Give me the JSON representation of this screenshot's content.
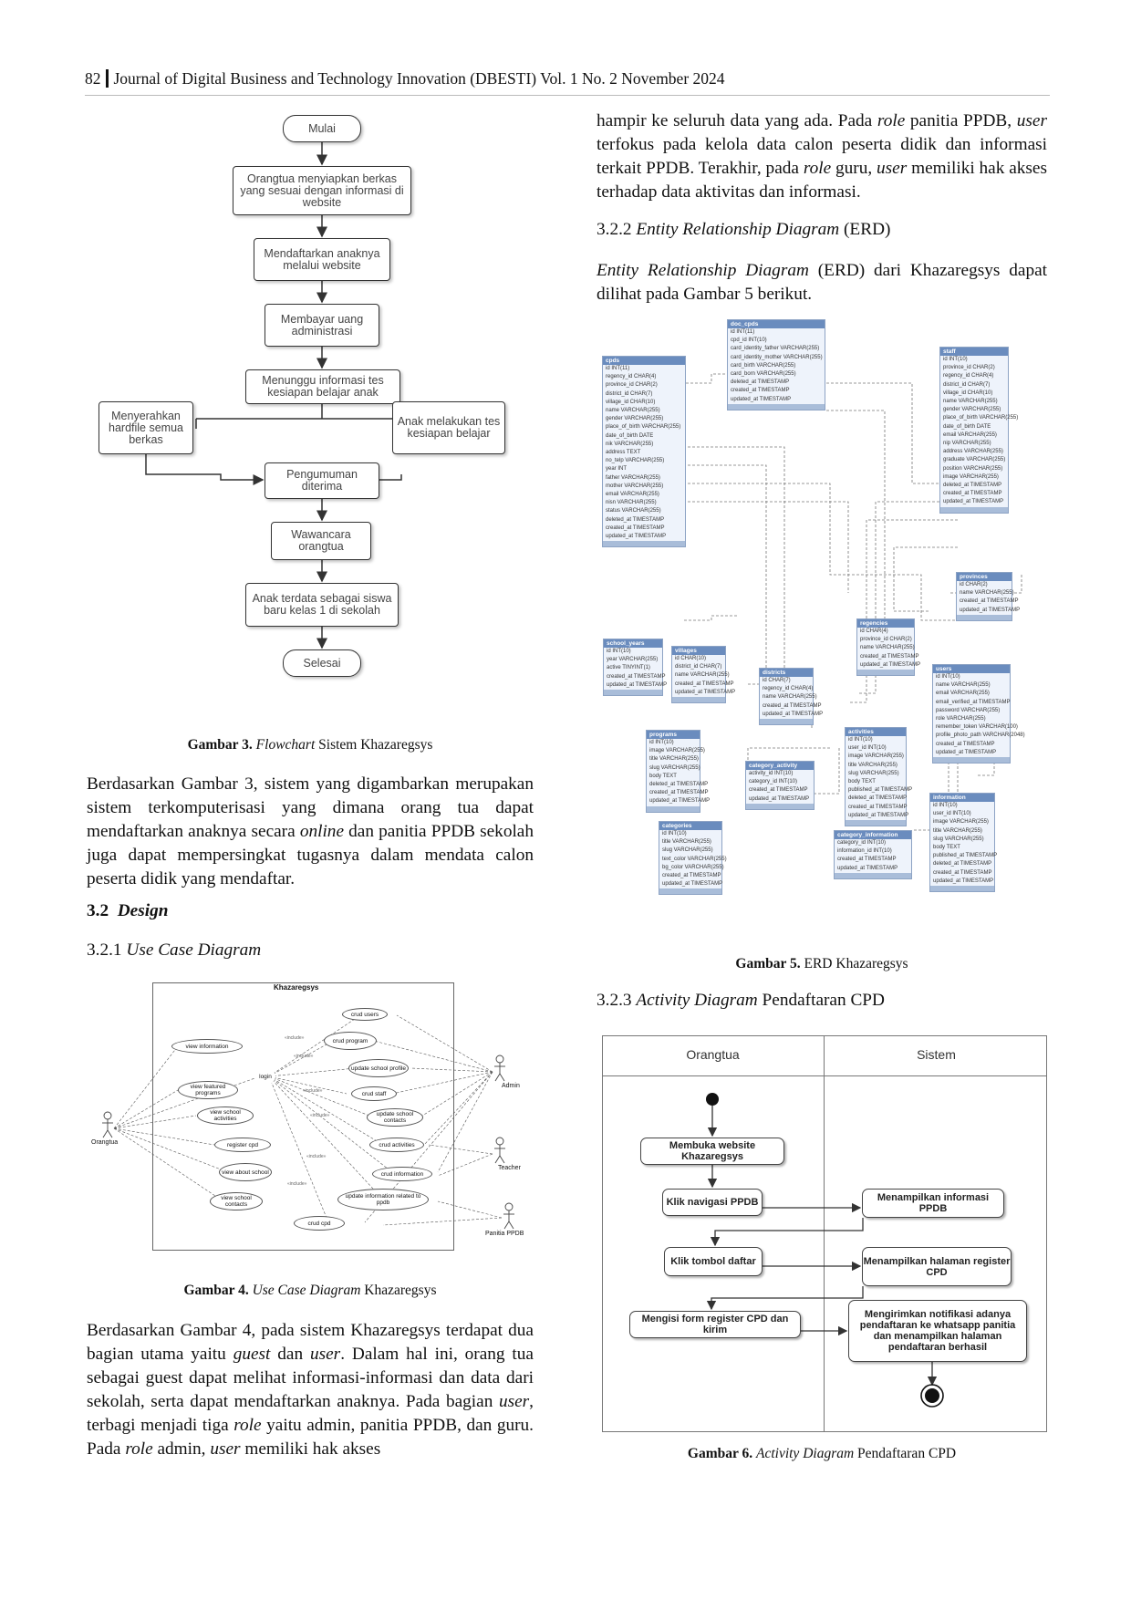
{
  "header": {
    "page_number": "82",
    "journal": "Journal of Digital Business and Technology Innovation (DBESTI) Vol. 1 No. 2 November 2024"
  },
  "flowchart": {
    "start": "Mulai",
    "step1": "Orangtua menyiapkan berkas yang sesuai dengan informasi di website",
    "step2": "Mendaftarkan anaknya melalui website",
    "step3": "Membayar uang administrasi",
    "step4": "Menunggu informasi tes kesiapan belajar anak",
    "left": "Menyerahkan hardfile semua berkas",
    "right": "Anak melakukan tes kesiapan belajar",
    "step5": "Pengumuman diterima",
    "step6": "Wawancara orangtua",
    "step7": "Anak terdata sebagai siswa baru kelas 1 di sekolah",
    "end": "Selesai"
  },
  "caption3": {
    "label": "Gambar 3.",
    "italic": "Flowchart",
    "rest": " Sistem Khazaregsys"
  },
  "para1": {
    "a": "Berdasarkan Gambar 3, sistem yang digambarkan merupakan sistem terkomputerisasi yang dimana orang tua dapat mendaftarkan anaknya secara ",
    "i": "online",
    "b": " dan panitia PPDB sekolah juga dapat mempersingkat tugasnya dalam mendata calon peserta didik yang mendaftar."
  },
  "sec32": {
    "num": "3.2",
    "title": "Design"
  },
  "sec321": {
    "num": "3.2.1",
    "title": "Use Case Diagram"
  },
  "usecase": {
    "title": "Khazaregsys",
    "actors": {
      "guest": "Orangtua",
      "admin": "Admin",
      "teacher": "Teacher",
      "panitia": "Panitia PPDB"
    },
    "login": "login",
    "cases": [
      "view information",
      "crud users",
      "crud program",
      "update school profile",
      "view featured programs",
      "crud staff",
      "view school activities",
      "update school contacts",
      "register cpd",
      "crud activities",
      "view about school",
      "crud information",
      "view school contacts",
      "update information related to ppdb",
      "crud cpd"
    ],
    "tags": [
      "«include»",
      "«include»",
      "«include»",
      "«include»",
      "«include»",
      "«include»"
    ]
  },
  "caption4": {
    "label": "Gambar 4.",
    "italic": "Use Case Diagram",
    "rest": " Khazaregsys"
  },
  "para2": {
    "a": "Berdasarkan Gambar 4, pada sistem Khazaregsys terdapat dua bagian utama yaitu ",
    "i1": "guest",
    "b": " dan ",
    "i2": "user",
    "c": ". Dalam hal ini, orang tua sebagai guest dapat melihat informasi-informasi dan data dari sekolah, serta dapat mendaftarkan anaknya. Pada bagian ",
    "i3": "user",
    "d": ", terbagi menjadi tiga ",
    "i4": "role",
    "e": " yaitu admin, panitia PPDB, dan guru. Pada ",
    "i5": "role",
    "f": " admin, ",
    "i6": "user",
    "g": " memiliki hak akses"
  },
  "para3": {
    "a": "hampir ke seluruh data yang ada. Pada ",
    "i1": "role",
    "b": " panitia PPDB, ",
    "i2": "user",
    "c": " terfokus pada kelola data calon peserta didik dan informasi terkait PPDB. Terakhir, pada ",
    "i3": "role",
    "d": " guru, ",
    "i4": "user",
    "e": " memiliki hak akses terhadap data aktivitas dan informasi."
  },
  "sec322": {
    "num": "3.2.2",
    "italic": "Entity Relationship Diagram",
    "rest": " (ERD)"
  },
  "para4": {
    "i": "Entity Relationship Diagram",
    "rest": " (ERD) dari Khazaregsys dapat dilihat pada Gambar 5 berikut."
  },
  "erd": {
    "tables": [
      {
        "name": "doc_cpds",
        "rows": [
          "id INT(11)",
          "cpd_id INT(10)",
          "card_identity_father VARCHAR(255)",
          "card_identity_mother VARCHAR(255)",
          "card_birth VARCHAR(255)",
          "card_born VARCHAR(255)",
          "deleted_at TIMESTAMP",
          "created_at TIMESTAMP",
          "updated_at TIMESTAMP"
        ]
      },
      {
        "name": "cpds",
        "rows": [
          "id INT(11)",
          "regency_id CHAR(4)",
          "province_id CHAR(2)",
          "district_id CHAR(7)",
          "village_id CHAR(10)",
          "name VARCHAR(255)",
          "gender VARCHAR(255)",
          "place_of_birth VARCHAR(255)",
          "date_of_birth DATE",
          "nik VARCHAR(255)",
          "address TEXT",
          "no_telp VARCHAR(255)",
          "year INT",
          "father VARCHAR(255)",
          "mother VARCHAR(255)",
          "email VARCHAR(255)",
          "nisn VARCHAR(255)",
          "status VARCHAR(255)",
          "deleted_at TIMESTAMP",
          "created_at TIMESTAMP",
          "updated_at TIMESTAMP"
        ]
      },
      {
        "name": "staff",
        "rows": [
          "id INT(10)",
          "province_id CHAR(2)",
          "regency_id CHAR(4)",
          "district_id CHAR(7)",
          "village_id CHAR(10)",
          "name VARCHAR(255)",
          "gender VARCHAR(255)",
          "place_of_birth VARCHAR(255)",
          "date_of_birth DATE",
          "email VARCHAR(255)",
          "nip VARCHAR(255)",
          "address VARCHAR(255)",
          "graduate VARCHAR(255)",
          "position VARCHAR(255)",
          "image VARCHAR(255)",
          "deleted_at TIMESTAMP",
          "created_at TIMESTAMP",
          "updated_at TIMESTAMP"
        ]
      },
      {
        "name": "provinces",
        "rows": [
          "id CHAR(2)",
          "name VARCHAR(255)",
          "created_at TIMESTAMP",
          "updated_at TIMESTAMP"
        ]
      },
      {
        "name": "regencies",
        "rows": [
          "id CHAR(4)",
          "province_id CHAR(2)",
          "name VARCHAR(255)",
          "created_at TIMESTAMP",
          "updated_at TIMESTAMP"
        ]
      },
      {
        "name": "school_years",
        "rows": [
          "id INT(10)",
          "year VARCHAR(255)",
          "active TINYINT(1)",
          "created_at TIMESTAMP",
          "updated_at TIMESTAMP"
        ]
      },
      {
        "name": "villages",
        "rows": [
          "id CHAR(10)",
          "district_id CHAR(7)",
          "name VARCHAR(255)",
          "created_at TIMESTAMP",
          "updated_at TIMESTAMP"
        ]
      },
      {
        "name": "districts",
        "rows": [
          "id CHAR(7)",
          "regency_id CHAR(4)",
          "name VARCHAR(255)",
          "created_at TIMESTAMP",
          "updated_at TIMESTAMP"
        ]
      },
      {
        "name": "users",
        "rows": [
          "id INT(10)",
          "name VARCHAR(255)",
          "email VARCHAR(255)",
          "email_verified_at TIMESTAMP",
          "password VARCHAR(255)",
          "role VARCHAR(255)",
          "remember_token VARCHAR(100)",
          "profile_photo_path VARCHAR(2048)",
          "created_at TIMESTAMP",
          "updated_at TIMESTAMP"
        ]
      },
      {
        "name": "programs",
        "rows": [
          "id INT(10)",
          "image VARCHAR(255)",
          "title VARCHAR(255)",
          "slug VARCHAR(255)",
          "body TEXT",
          "deleted_at TIMESTAMP",
          "created_at TIMESTAMP",
          "updated_at TIMESTAMP"
        ]
      },
      {
        "name": "activities",
        "rows": [
          "id INT(10)",
          "user_id INT(10)",
          "image VARCHAR(255)",
          "title VARCHAR(255)",
          "slug VARCHAR(255)",
          "body TEXT",
          "published_at TIMESTAMP",
          "deleted_at TIMESTAMP",
          "created_at TIMESTAMP",
          "updated_at TIMESTAMP"
        ]
      },
      {
        "name": "category_activity",
        "rows": [
          "activity_id INT(10)",
          "category_id INT(10)",
          "created_at TIMESTAMP",
          "updated_at TIMESTAMP"
        ]
      },
      {
        "name": "information",
        "rows": [
          "id INT(10)",
          "user_id INT(10)",
          "image VARCHAR(255)",
          "title VARCHAR(255)",
          "slug VARCHAR(255)",
          "body TEXT",
          "published_at TIMESTAMP",
          "deleted_at TIMESTAMP",
          "created_at TIMESTAMP",
          "updated_at TIMESTAMP"
        ]
      },
      {
        "name": "categories",
        "rows": [
          "id INT(10)",
          "title VARCHAR(255)",
          "slug VARCHAR(255)",
          "text_color VARCHAR(255)",
          "bg_color VARCHAR(255)",
          "created_at TIMESTAMP",
          "updated_at TIMESTAMP"
        ]
      },
      {
        "name": "category_information",
        "rows": [
          "category_id INT(10)",
          "information_id INT(10)",
          "created_at TIMESTAMP",
          "updated_at TIMESTAMP"
        ]
      }
    ]
  },
  "caption5": {
    "label": "Gambar 5.",
    "rest": " ERD Khazaregsys"
  },
  "sec323": {
    "num": "3.2.3",
    "italic": "Activity Diagram",
    "rest": " Pendaftaran CPD"
  },
  "activity": {
    "lane_left": "Orangtua",
    "lane_right": "Sistem",
    "a1": "Membuka website Khazaregsys",
    "a2": "Klik navigasi PPDB",
    "a3": "Menampilkan informasi PPDB",
    "a4": "Klik tombol daftar",
    "a5": "Menampilkan halaman register CPD",
    "a6": "Mengisi form register CPD dan kirim",
    "a7": "Mengirimkan notifikasi adanya pendaftaran ke whatsapp panitia dan menampilkan halaman pendaftaran berhasil"
  },
  "caption6": {
    "label": "Gambar 6.",
    "italic": "Activity Diagram",
    "rest": " Pendaftaran CPD"
  }
}
